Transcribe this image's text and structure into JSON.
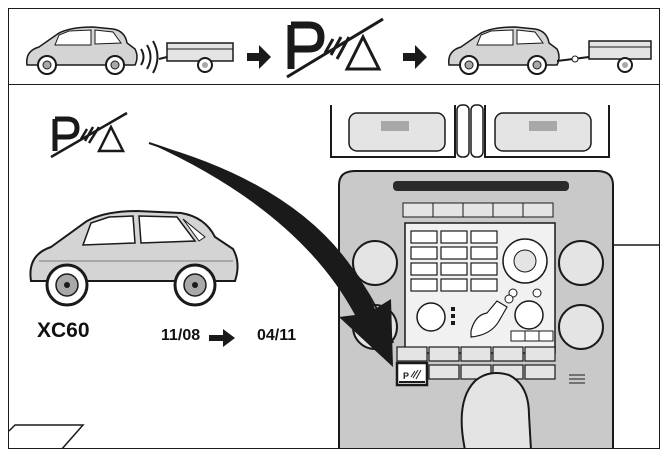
{
  "vehicle": {
    "model": "XC60",
    "production_from": "11/08",
    "production_to": "04/11"
  },
  "colors": {
    "line": "#1a1a1a",
    "car_body": "#d4d4d4",
    "car_shade": "#a8a8a8",
    "console": "#c9c9c9",
    "console_light": "#e4e4e4",
    "dark": "#2a2a2a"
  },
  "icons": {
    "park_assist_off": "parking-sensor-crossed-icon",
    "flow_arrow": "arrow-right-icon"
  }
}
